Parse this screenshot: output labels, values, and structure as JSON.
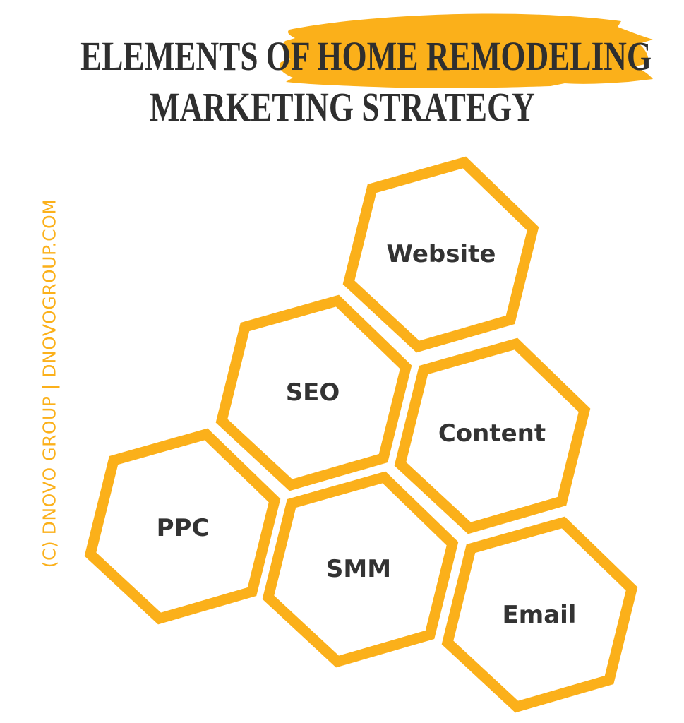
{
  "title": {
    "line1_prefix": "ELEMENTS OF ",
    "line1_highlight": "HOME REMODELING",
    "line2": "MARKETING STRATEGY"
  },
  "credit": "(C) DNOVO GROUP | DNOVOGROUP.COM",
  "colors": {
    "accent": "#fbb01a",
    "text": "#333333"
  },
  "hexagons": [
    {
      "id": "website",
      "label": "Website"
    },
    {
      "id": "seo",
      "label": "SEO"
    },
    {
      "id": "content",
      "label": "Content"
    },
    {
      "id": "ppc",
      "label": "PPC"
    },
    {
      "id": "smm",
      "label": "SMM"
    },
    {
      "id": "email",
      "label": "Email"
    }
  ]
}
